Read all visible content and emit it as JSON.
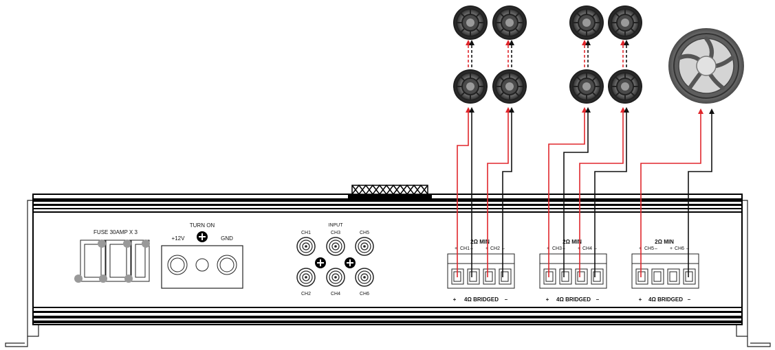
{
  "fuse": {
    "label": "FUSE 30AMP X 3"
  },
  "power": {
    "turn_on": "TURN ON",
    "plus12v": "+12V",
    "gnd": "GND"
  },
  "input": {
    "title": "INPUT",
    "top_row": [
      "CH1",
      "CH3",
      "CH5"
    ],
    "bottom_row": [
      "CH2",
      "CH4",
      "CH6"
    ]
  },
  "terminal_blocks": [
    {
      "min_label": "2Ω MIN",
      "ch_a": "CH1",
      "ch_b": "CH2",
      "bridged": "4Ω BRIDGED",
      "plus": "+",
      "minus": "–"
    },
    {
      "min_label": "2Ω MIN",
      "ch_a": "CH3",
      "ch_b": "CH4",
      "bridged": "4Ω BRIDGED",
      "plus": "+",
      "minus": "–"
    },
    {
      "min_label": "2Ω MIN",
      "ch_a": "CH5",
      "ch_b": "CH6",
      "bridged": "4Ω BRIDGED",
      "plus": "+",
      "minus": "–"
    }
  ],
  "colors": {
    "positive_wire": "#e0262b",
    "negative_wire": "#111111",
    "chassis": "#000000"
  },
  "icons": [
    "small-speaker-icon",
    "subwoofer-icon",
    "screw-icon",
    "rca-jack-icon"
  ]
}
